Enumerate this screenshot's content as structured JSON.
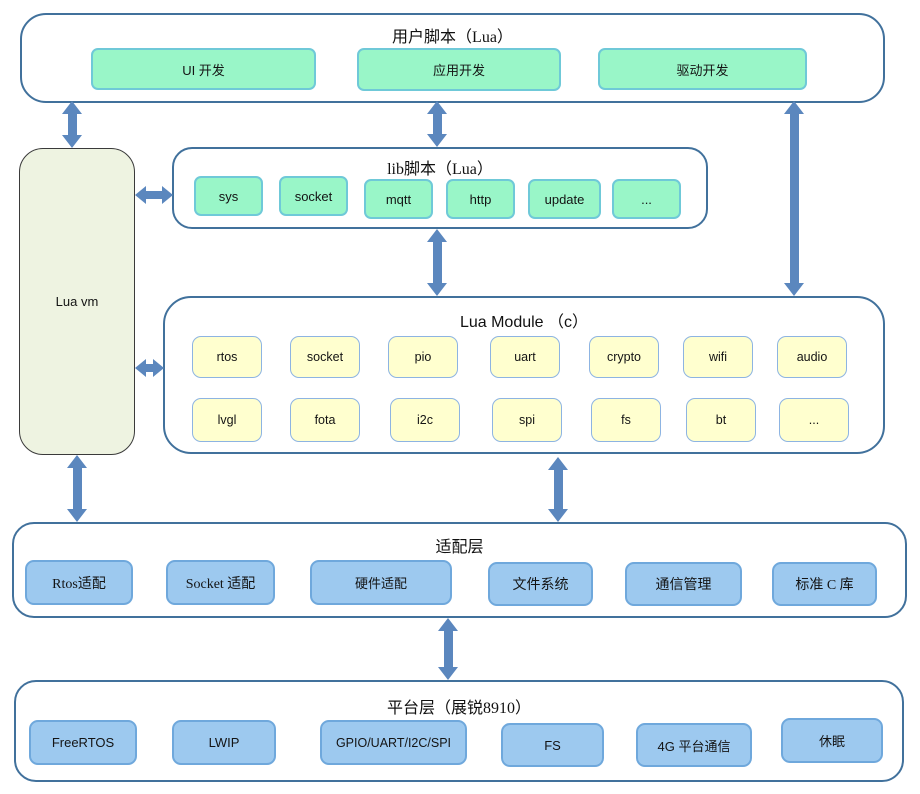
{
  "diagram": {
    "user_scripts": {
      "title": "用户脚本（Lua）",
      "boxes": [
        "UI 开发",
        "应用开发",
        "驱动开发"
      ]
    },
    "lib_scripts": {
      "title": "lib脚本（Lua）",
      "boxes": [
        "sys",
        "socket",
        "mqtt",
        "http",
        "update",
        "..."
      ]
    },
    "lua_vm": {
      "label": "Lua vm"
    },
    "lua_module": {
      "title": "Lua Module （c）",
      "row1": [
        "rtos",
        "socket",
        "pio",
        "uart",
        "crypto",
        "wifi",
        "audio"
      ],
      "row2": [
        "lvgl",
        "fota",
        "i2c",
        "spi",
        "fs",
        "bt",
        "..."
      ]
    },
    "adapter_layer": {
      "title": "适配层",
      "boxes": [
        "Rtos适配",
        "Socket 适配",
        "硬件适配",
        "文件系统",
        "通信管理",
        "标准 C 库"
      ]
    },
    "platform_layer": {
      "title": "平台层（展锐8910）",
      "boxes": [
        "FreeRTOS",
        "LWIP",
        "GPIO/UART/I2C/SPI",
        "FS",
        "4G 平台通信",
        "休眠"
      ]
    },
    "colors": {
      "container_border": "#41719c",
      "green_box_fill": "#99f6c8",
      "green_box_border": "#6fc9d8",
      "yellow_box_fill": "#ffffcf",
      "yellow_box_border": "#8db4e2",
      "blue_box_fill": "#9dc9ef",
      "blue_box_border": "#6fa8dc",
      "lua_vm_fill": "#eef3e1",
      "arrow": "#5b87be"
    }
  }
}
